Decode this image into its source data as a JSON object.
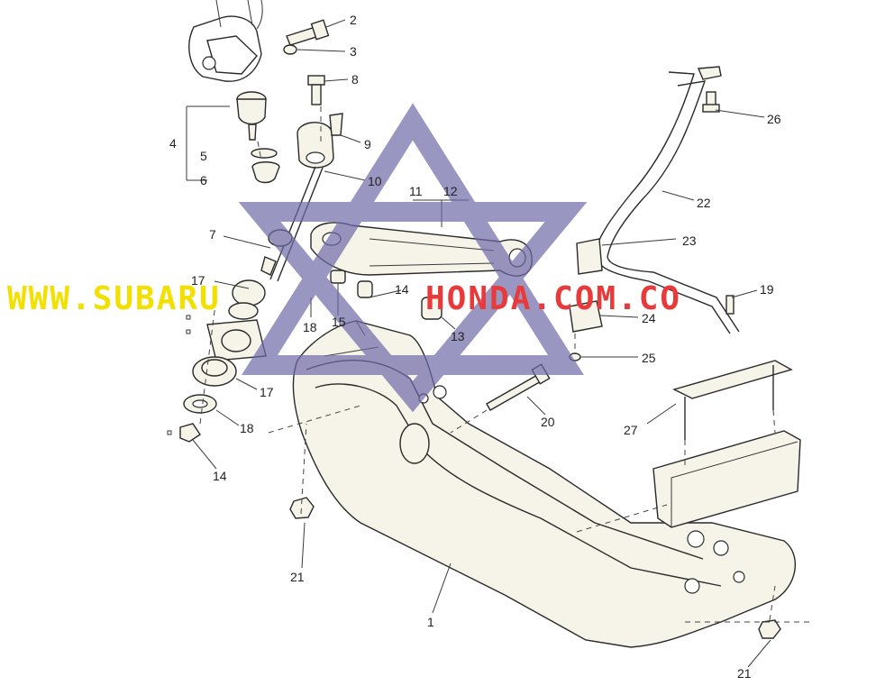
{
  "watermark": {
    "text_left": "WWW.SUBARU",
    "text_right": "HONDA.COM.CO",
    "color_left": "#f2e000",
    "color_right": "#e83a3a",
    "star_color": "#6e6aa8"
  },
  "labels": [
    {
      "id": "2",
      "text": "2"
    },
    {
      "id": "3",
      "text": "3"
    },
    {
      "id": "8",
      "text": "8"
    },
    {
      "id": "4",
      "text": "4"
    },
    {
      "id": "5",
      "text": "5"
    },
    {
      "id": "6",
      "text": "6"
    },
    {
      "id": "9",
      "text": "9"
    },
    {
      "id": "10",
      "text": "10"
    },
    {
      "id": "11",
      "text": "11"
    },
    {
      "id": "12",
      "text": "12"
    },
    {
      "id": "7",
      "text": "7"
    },
    {
      "id": "17a",
      "text": "17"
    },
    {
      "id": "18a",
      "text": "18"
    },
    {
      "id": "15",
      "text": "15"
    },
    {
      "id": "14a",
      "text": "14"
    },
    {
      "id": "13",
      "text": "13"
    },
    {
      "id": "17b",
      "text": "17"
    },
    {
      "id": "18b",
      "text": "18"
    },
    {
      "id": "14b",
      "text": "14"
    },
    {
      "id": "20",
      "text": "20"
    },
    {
      "id": "21a",
      "text": "21"
    },
    {
      "id": "1",
      "text": "1"
    },
    {
      "id": "21b",
      "text": "21"
    },
    {
      "id": "27",
      "text": "27"
    },
    {
      "id": "26",
      "text": "26"
    },
    {
      "id": "22",
      "text": "22"
    },
    {
      "id": "23",
      "text": "23"
    },
    {
      "id": "19",
      "text": "19"
    },
    {
      "id": "24",
      "text": "24"
    },
    {
      "id": "25",
      "text": "25"
    }
  ]
}
